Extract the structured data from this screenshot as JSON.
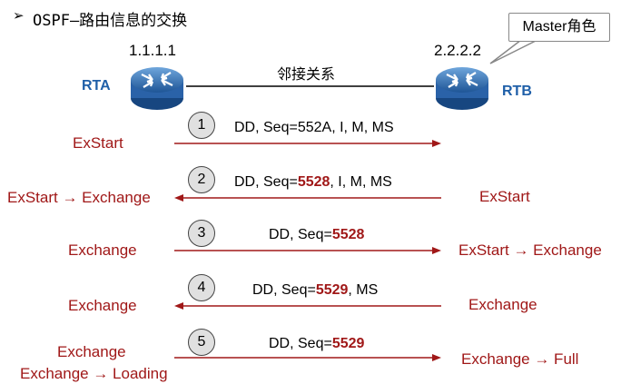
{
  "title": "OSPF—路由信息的交换",
  "bullet": "➢",
  "callout": "Master角色",
  "routers": {
    "left": {
      "name": "RTA",
      "ip": "1.1.1.1"
    },
    "right": {
      "name": "RTB",
      "ip": "2.2.2.2"
    }
  },
  "adjacency": "邻接关系",
  "steps": [
    {
      "num": "1",
      "pre": "DD, Seq=",
      "seq": "552A",
      "post": ", I, M, MS",
      "seq_bold": false,
      "left_state": "ExStart",
      "right_state": "",
      "direction": "right"
    },
    {
      "num": "2",
      "pre": "DD, Seq=",
      "seq": "5528",
      "post": ", I, M, MS",
      "seq_bold": true,
      "left_state": "ExStart → Exchange",
      "right_state": "ExStart",
      "direction": "left"
    },
    {
      "num": "3",
      "pre": "DD, Seq=",
      "seq": "5528",
      "post": "",
      "seq_bold": true,
      "left_state": "Exchange",
      "right_state": "ExStart → Exchange",
      "direction": "right"
    },
    {
      "num": "4",
      "pre": "DD, Seq=",
      "seq": "5529",
      "post": ", MS",
      "seq_bold": true,
      "left_state": "Exchange",
      "right_state": "Exchange",
      "direction": "left"
    },
    {
      "num": "5",
      "pre": "DD, Seq=",
      "seq": "5529",
      "post": "",
      "seq_bold": true,
      "left_state": "Exchange",
      "left_state2": "Exchange → Loading",
      "right_state": "Exchange → Full",
      "direction": "right"
    }
  ],
  "colors": {
    "state": "#a01818",
    "arrow": "#a01818",
    "router": "#2a6ab0"
  }
}
